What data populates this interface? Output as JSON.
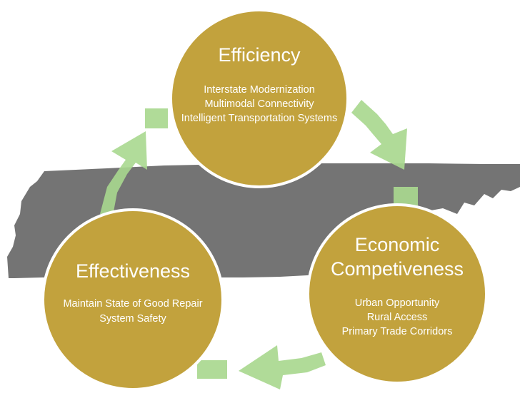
{
  "diagram": {
    "colors": {
      "circle_fill": "#c2a23d",
      "circle_stroke": "#ffffff",
      "arrow_fill": "#a9d88f",
      "map_fill": "#747474",
      "text": "#ffffff"
    },
    "nodes": [
      {
        "id": "efficiency",
        "title_lines": [
          "Efficiency"
        ],
        "items": [
          "Interstate Modernization",
          "Multimodal Connectivity",
          "Intelligent Transportation Systems"
        ]
      },
      {
        "id": "economic-competiveness",
        "title_lines": [
          "Economic",
          "Competiveness"
        ],
        "items": [
          "Urban Opportunity",
          "Rural Access",
          "Primary Trade Corridors"
        ]
      },
      {
        "id": "effectiveness",
        "title_lines": [
          "Effectiveness"
        ],
        "items": [
          "Maintain State of Good Repair",
          "System Safety"
        ]
      }
    ],
    "cycle": [
      "efficiency",
      "economic-competiveness",
      "effectiveness",
      "efficiency"
    ],
    "background_icon": "tennessee-map-shape"
  }
}
